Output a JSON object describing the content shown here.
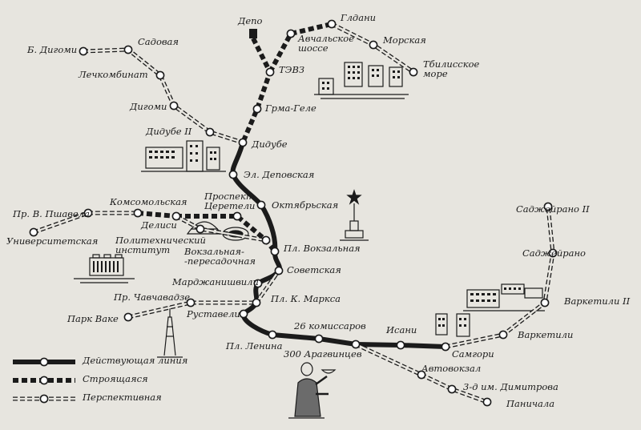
{
  "colors": {
    "paper": "#e7e5df",
    "ink": "#1b1b1b",
    "station_fill": "#ffffff"
  },
  "depot": "Депо",
  "legend": {
    "active": "Действующая линия",
    "construction": "Строящаяся",
    "planned": "Перспективная"
  },
  "lines": {
    "active": [
      "Дидубе",
      "Эл. Деповская",
      "Октябрьская",
      "Пл. Вокзальная",
      "Советская",
      "Марджанишвили",
      "Пл. К. Маркса",
      "Руставели",
      "Пл. Ленина",
      "26 комиссаров",
      "300 Арагвинцев",
      "Исани",
      "Самгори"
    ],
    "construction": [
      "Депо",
      "ТЭВЗ",
      "Грма-Геле",
      "Дидубе",
      "Авчальское шоссе",
      "Глдани",
      "Комсомольская",
      "Делиси",
      "Проспект Церетели",
      "Вокзальная-пересадочная"
    ],
    "planned": [
      "Б. Дигоми",
      "Садовая",
      "Лечкомбинат",
      "Дигоми",
      "Дидубе II",
      "Морская",
      "Тбилисское море",
      "Пр. В. Пшавела",
      "Университетская",
      "Политехнический институт",
      "Пр. Чавчавадзе",
      "Парк Ваке",
      "Автовокзал",
      "3-д им. Димитрова",
      "Паничала",
      "Варкетили",
      "Варкетили II",
      "Саджейрано",
      "Саджейрано II"
    ]
  },
  "labels": {
    "b_digomi": "Б. Дигоми",
    "sadovaya": "Садовая",
    "lechkombinat": "Лечкомбинат",
    "digomi": "Дигоми",
    "didube2": "Дидубе II",
    "didube": "Дидубе",
    "el_depovskaya": "Эл. Деповская",
    "oktyabrskaya": "Октябрьская",
    "pl_vokzalnaya": "Пл. Вокзальная",
    "sovetskaya": "Советская",
    "mardzhanishvili": "Марджанишвили",
    "pl_k_marksa": "Пл. К. Маркса",
    "rustaveli": "Руставели",
    "pl_lenina": "Пл. Ленина",
    "komissarov": "26 комиссаров",
    "aragvintsev": "300 Арагвинцев",
    "isani": "Исани",
    "samgori": "Самгори",
    "avtovokzal": "Автовокзал",
    "dimitrova": "3-д им. Димитрова",
    "panichala": "Паничала",
    "varketili": "Варкетили",
    "varketili2": "Варкетили II",
    "sadzheirano": "Саджейрано",
    "sadzheirano2": "Саджейрано II",
    "tevz": "ТЭВЗ",
    "grma_gele": "Грма-Геле",
    "avchalskoe": "Авчальское\nшоссе",
    "gldani": "Глдани",
    "morskaya": "Морская",
    "tbilisskoe_more": "Тбилисское\nморе",
    "komsomolskaya": "Комсомольская",
    "delisi": "Делиси",
    "pr_pshavela": "Пр. В. Пшавела",
    "universitetskaya": "Университетская",
    "prospekt_tsereteli": "Проспект\nЦеретели",
    "politekhnicheskiy": "Политехнический\nинститут",
    "vokzalnaya_peresadochnaya": "Вокзальная-\n-пересадочная",
    "pr_chavchavadze": "Пр. Чавчавадзе",
    "park_vake": "Парк Ваке"
  }
}
